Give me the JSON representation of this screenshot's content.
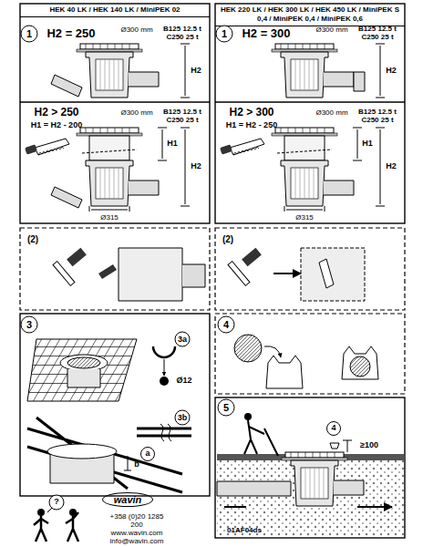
{
  "diagram": {
    "nodes": [
      {
        "text": [
          "HEK 40 LK / HEK 140 LK / MiniPEK 02"
        ]
      },
      {
        "text": [
          "HEK 220 LK / HEK 300 LK / HEK 450 LK / MiniPEK S 0,4 / MiniPEK 0,4 / MiniPEK 0,6"
        ]
      },
      {
        "text": [
          "wavin"
        ]
      }
    ],
    "labels": [
      "1",
      "H2 = 250",
      "Ø300 mm",
      "B125 12.5 t",
      "C250 25 t",
      "H2",
      "H2 > 250",
      "H1 = H2 - 200",
      "Ø300 mm",
      "B125 12.5 t",
      "C250 25 t",
      "H1",
      "H2",
      "Ø315",
      "1",
      "H2 = 300",
      "Ø300 mm",
      "B125 12.5 t",
      "C250 25 t",
      "H2",
      "H2 > 300",
      "H1 = H2 - 250",
      "Ø300 mm",
      "B125 12.5 t",
      "C250 25 t",
      "H1",
      "H2",
      "Ø315",
      "(2)",
      "(2)",
      "3",
      "3a",
      "Ø12",
      "3b",
      "a",
      "b",
      "4",
      "5",
      "4",
      "≥100",
      "?",
      "+358 (0)20 1285 200",
      "www.wavin.com",
      "info@wavin.com",
      "01AF04ds"
    ]
  }
}
